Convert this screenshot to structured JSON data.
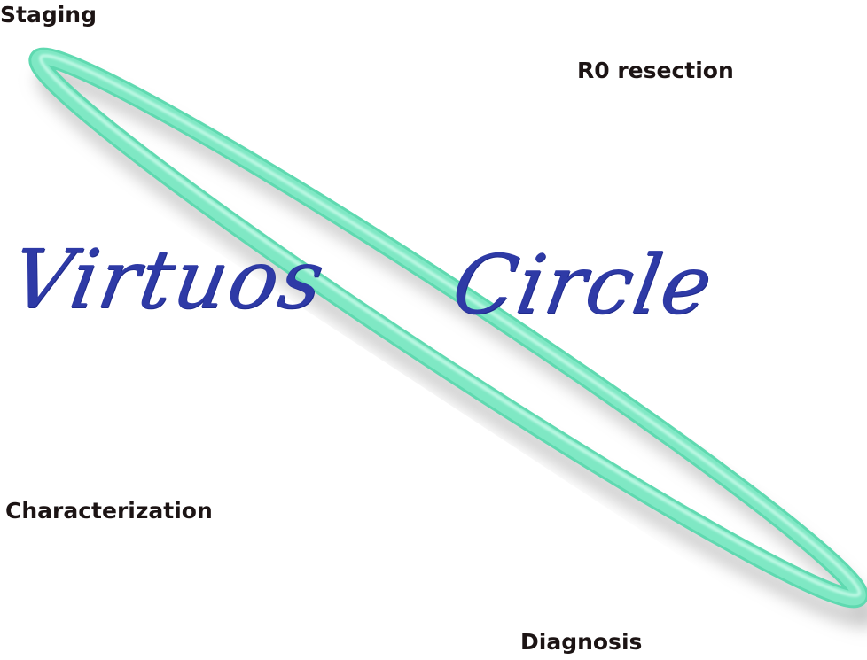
{
  "labels": {
    "staging": "Staging",
    "r0_resection": "R0 resection",
    "characterization": "Characterization",
    "diagnosis": "Diagnosis"
  },
  "title": {
    "word1": "Virtuos",
    "word2": "Circle"
  },
  "colors": {
    "ring": "#7fe8c4",
    "ring_highlight": "#c8fbea",
    "ring_shadow": "#9a9a9a",
    "title_text": "#2e3aa6",
    "label_text": "#1c1414",
    "background": "#ffffff"
  }
}
